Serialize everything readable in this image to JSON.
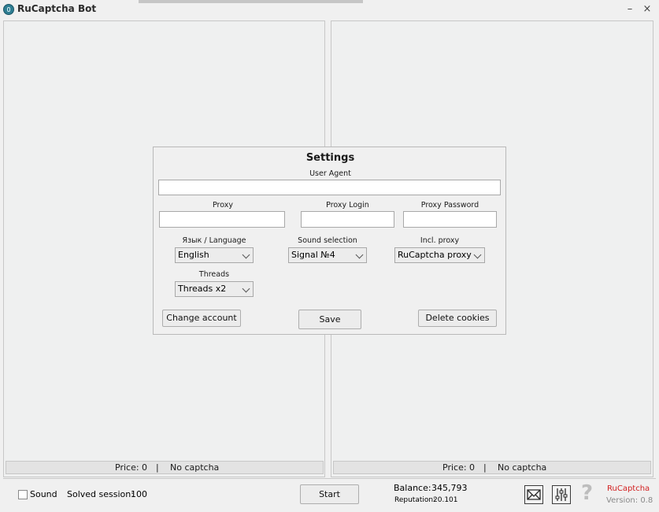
{
  "window": {
    "title": "RuCaptcha Bot",
    "minimize_glyph": "–",
    "close_glyph": "×"
  },
  "left_panel": {
    "price": "Price: 0",
    "separator": "|",
    "captcha": "No captcha"
  },
  "right_panel": {
    "price": "Price: 0",
    "separator": "|",
    "captcha": "No captcha"
  },
  "settings": {
    "title": "Settings",
    "user_agent": {
      "label": "User Agent",
      "value": ""
    },
    "proxy": {
      "label": "Proxy",
      "value": ""
    },
    "proxy_login": {
      "label": "Proxy Login",
      "value": ""
    },
    "proxy_password": {
      "label": "Proxy Password",
      "value": ""
    },
    "language": {
      "label": "Язык / Language",
      "value": "English"
    },
    "sound_selection": {
      "label": "Sound selection",
      "value": "Signal №4"
    },
    "incl_proxy": {
      "label": "Incl. proxy",
      "value": "RuCaptcha proxy"
    },
    "threads": {
      "label": "Threads",
      "value": "Threads x2"
    },
    "change_account_label": "Change account",
    "save_label": "Save",
    "delete_cookies_label": "Delete cookies"
  },
  "bottom": {
    "sound_label": "Sound",
    "solved_label": "Solved session:",
    "solved_value": "100",
    "start_label": "Start",
    "balance_label": "Balance:",
    "balance_value": "345,793",
    "reputation_label": "Reputation:",
    "reputation_value": "20.101",
    "brand": "RuCaptcha",
    "version": "Version: 0.8",
    "help_glyph": "?"
  },
  "icons": {
    "app": "lock-icon",
    "mail": "mail-icon",
    "equalizer": "equalizer-icon",
    "help": "help-icon"
  }
}
